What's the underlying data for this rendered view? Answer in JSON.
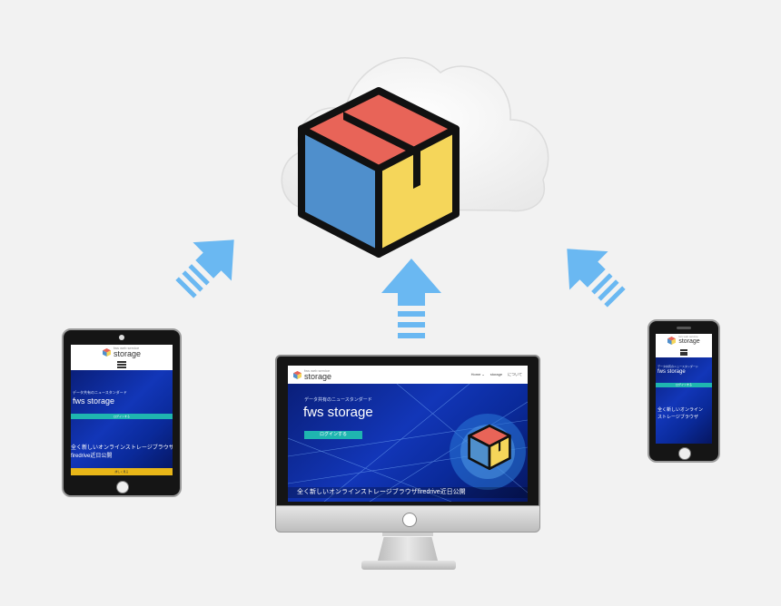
{
  "brand": {
    "tagline": "fws web service",
    "name": "storage"
  },
  "hero": {
    "subtitle": "データ共有のニュースタンダード",
    "title": "fws storage",
    "button_label": "ログインする"
  },
  "nav": {
    "home": "Home ⌄",
    "storage": "storage",
    "extra": "について"
  },
  "news": {
    "desktop": "全く新しいオンラインストレージブラウザfiredrive近日公開",
    "tablet_line1": "全く新しいオンラインストレージブラウザ",
    "tablet_line2": "firedrive近日公開",
    "phone_line1": "全く新しいオンライン",
    "phone_line2": "ストレージブラウザ"
  },
  "footer_bar": {
    "tablet_label": "詳しく見る"
  },
  "colors": {
    "cube_top": "#e86458",
    "cube_left": "#4f8fcc",
    "cube_right": "#f5d65a",
    "arrow": "#6ab8f2",
    "teal": "#1fb5b0",
    "yellow": "#e8b618"
  }
}
